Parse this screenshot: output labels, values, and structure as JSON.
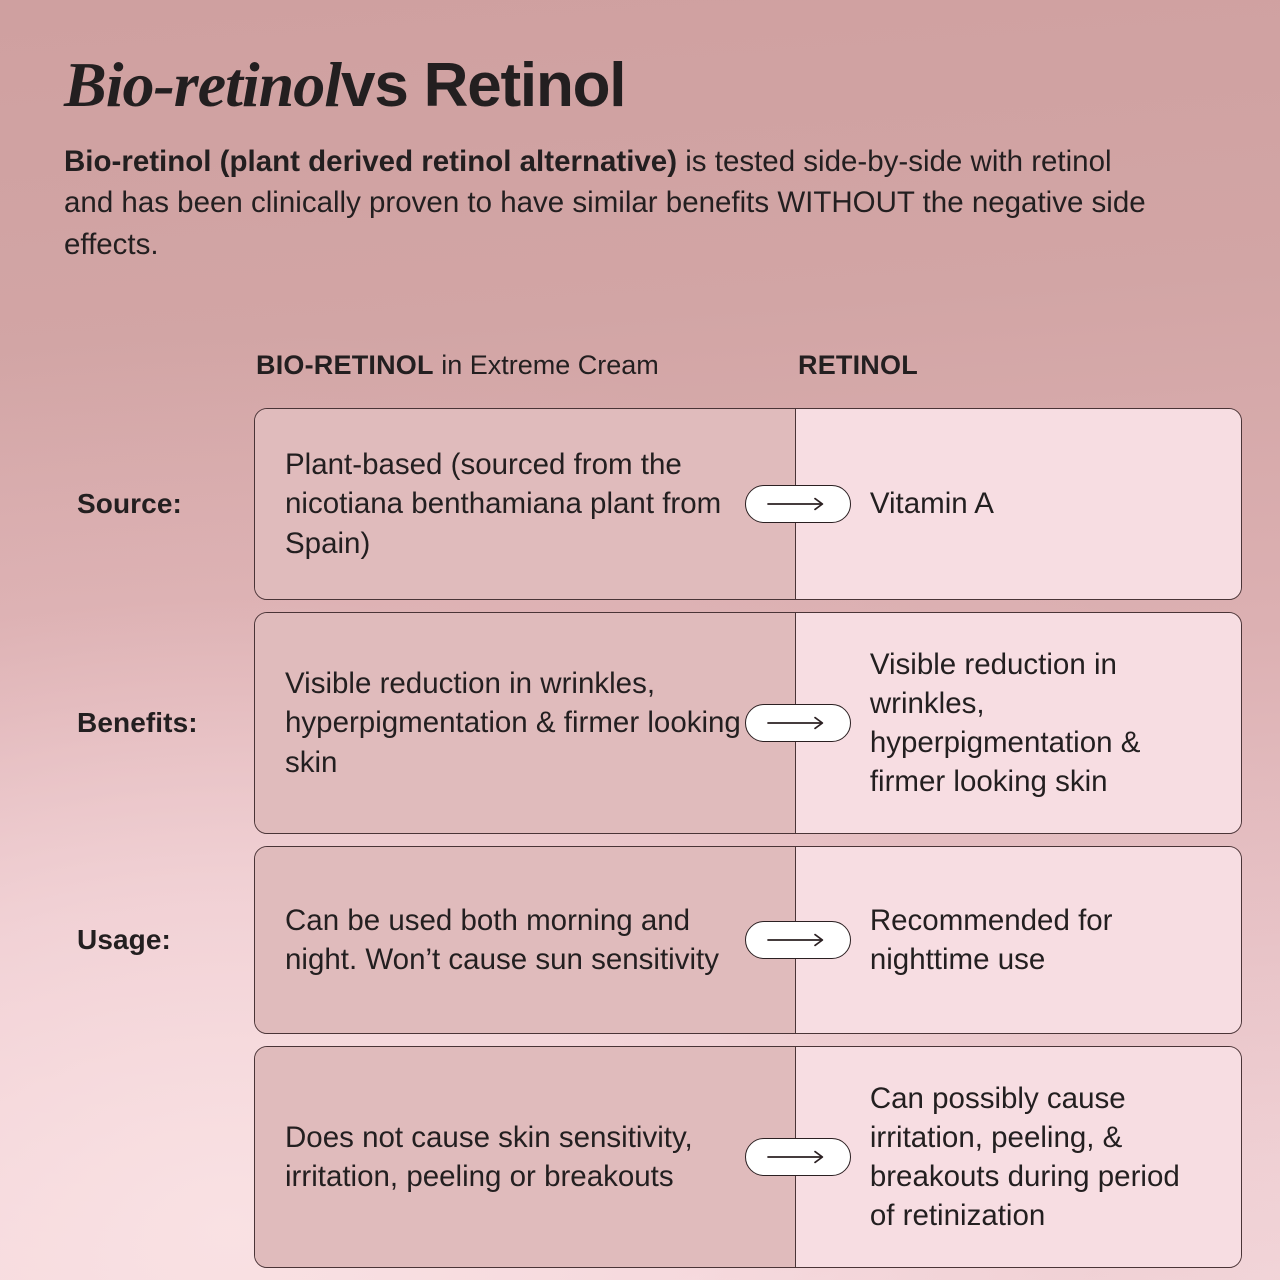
{
  "theme": {
    "bg_top": "#cfa0a0",
    "bg_bottom": "#f2d6da",
    "left_cell": "#e0bbbc",
    "right_cell": "#f7dde2",
    "border": "#4a3437",
    "text": "#231f20",
    "pill_fill": "#ffffff"
  },
  "header": {
    "title_italic": "Bio-retinol",
    "title_bold": "vs Retinol",
    "subtitle_bold": "Bio-retinol (plant derived retinol alternative)",
    "subtitle_rest": " is tested side-by-side with retinol and has been clinically proven to have similar benefits WITHOUT the negative side effects."
  },
  "columns": {
    "left_strong": "BIO-RETINOL",
    "left_light": " in Extreme Cream",
    "right_strong": "RETINOL"
  },
  "arrow_icon": "arrow-right-icon",
  "rows": [
    {
      "label": "Source:",
      "left": "Plant-based (sourced from the nicotiana benthamiana plant from Spain)",
      "right": "Vitamin A"
    },
    {
      "label": "Benefits:",
      "left": "Visible reduction in wrinkles, hyperpigmentation & firmer looking skin",
      "right": "Visible reduction in wrinkles, hyperpigmentation & firmer looking skin"
    },
    {
      "label": "Usage:",
      "left": "Can be used both morning and night. Won’t cause sun sensitivity",
      "right": "Recommended for nighttime use"
    },
    {
      "label": "",
      "left": "Does not cause skin sensitivity, irritation, peeling or breakouts",
      "right": "Can possibly cause irritation, peeling, & breakouts during period of retinization"
    }
  ]
}
